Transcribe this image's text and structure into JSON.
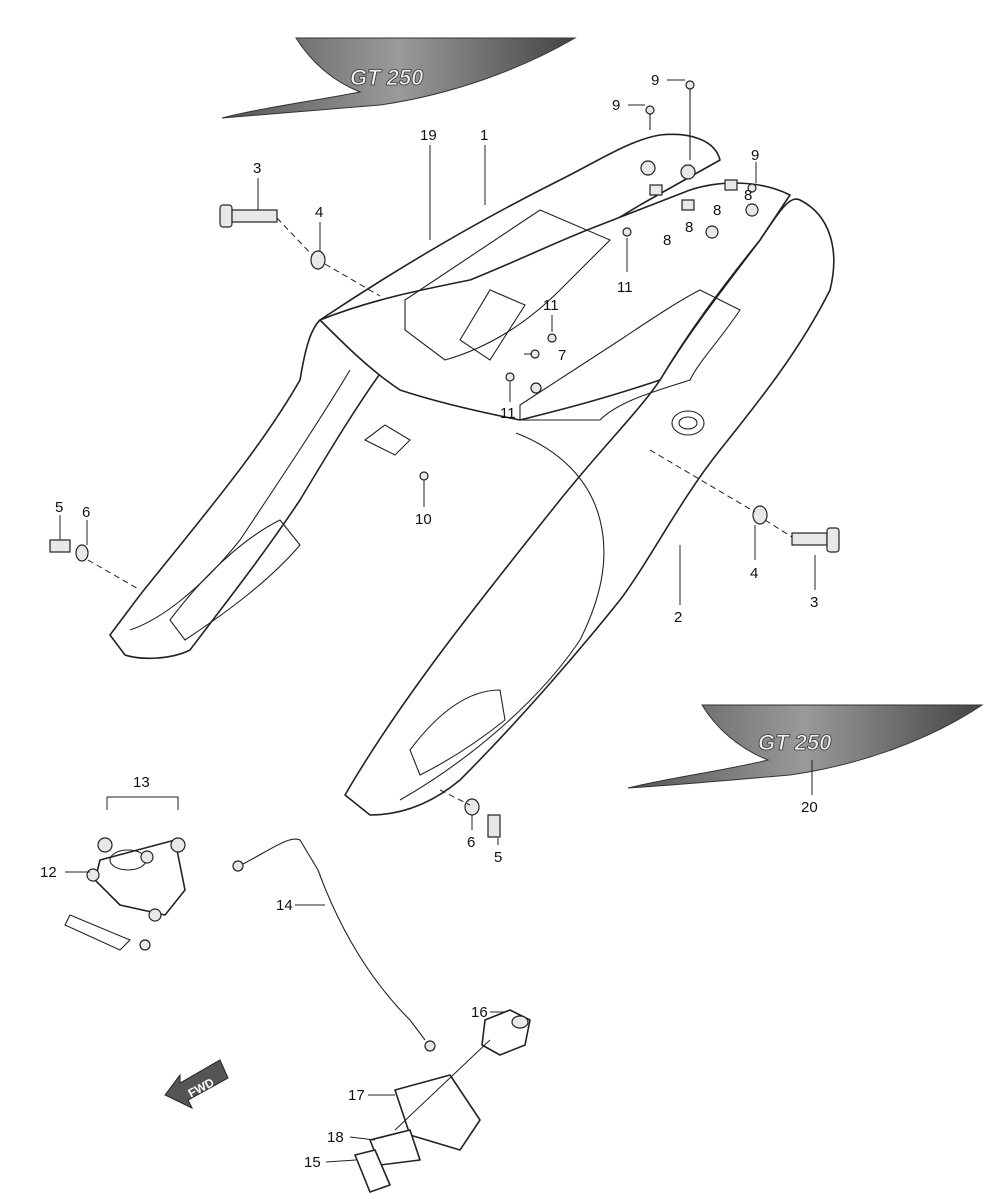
{
  "diagram": {
    "fwd_label": "FWD",
    "decal_text": "GT 250",
    "labels": {
      "p19": "19",
      "p1": "1",
      "p3a": "3",
      "p4a": "4",
      "p9a": "9",
      "p9b": "9",
      "p9c": "9",
      "p8a": "8",
      "p8b": "8",
      "p8c": "8",
      "p8d": "8",
      "p11a": "11",
      "p11b": "11",
      "p11c": "11",
      "p7": "7",
      "p5a": "5",
      "p6a": "6",
      "p10": "10",
      "p4b": "4",
      "p3b": "3",
      "p2": "2",
      "p20": "20",
      "p13": "13",
      "p12": "12",
      "p14": "14",
      "p6b": "6",
      "p5b": "5",
      "p16": "16",
      "p17": "17",
      "p18": "18",
      "p15": "15"
    }
  }
}
